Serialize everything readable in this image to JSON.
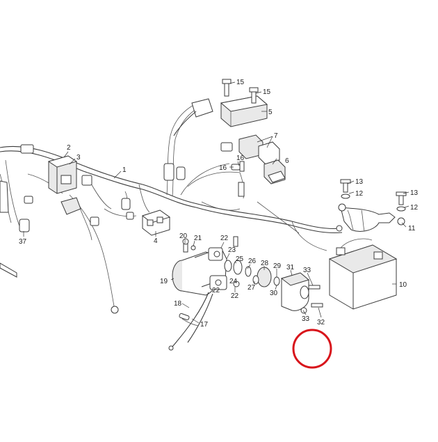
{
  "diagram": {
    "callouts": [
      "1",
      "2",
      "3",
      "4",
      "5",
      "6",
      "7",
      "10",
      "11",
      "12",
      "12",
      "13",
      "13",
      "15",
      "15",
      "16",
      "16",
      "17",
      "18",
      "19",
      "20",
      "21",
      "22",
      "22",
      "22",
      "23",
      "24",
      "25",
      "26",
      "27",
      "28",
      "29",
      "30",
      "31",
      "32",
      "33",
      "33",
      "37"
    ],
    "highlight": {
      "shape": "circle",
      "color": "#d8141b"
    }
  }
}
